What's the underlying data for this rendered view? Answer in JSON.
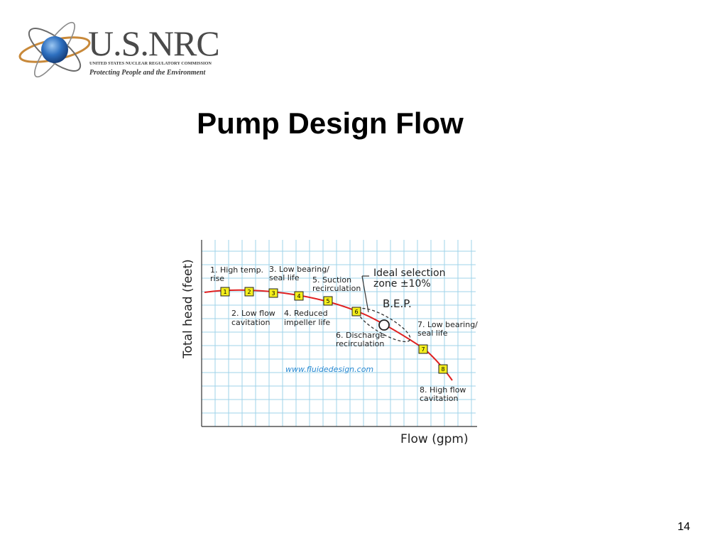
{
  "logo": {
    "wordmark": "U.S.NRC",
    "agency": "UNITED STATES NUCLEAR REGULATORY COMMISSION",
    "tagline": "Protecting People and the Environment",
    "colors": {
      "globe": "#2d6fbf",
      "orbit": "#c8893a",
      "text": "#4a4a4a"
    }
  },
  "title": "Pump Design Flow",
  "slide_number": "14",
  "diagram": {
    "y_axis_label": "Total head (feet)",
    "x_axis_label": "Flow (gpm)",
    "watermark": "www.fluidedesign.com",
    "ideal_zone_label_1": "Ideal selection",
    "ideal_zone_label_2": "zone ±10%",
    "bep_label": "B.E.P.",
    "markers": [
      {
        "num": "1",
        "line1": "1. High temp.",
        "line2": "rise"
      },
      {
        "num": "2",
        "line1": "2. Low flow",
        "line2": "cavitation"
      },
      {
        "num": "3",
        "line1": "3. Low bearing/",
        "line2": "seal life"
      },
      {
        "num": "4",
        "line1": "4. Reduced",
        "line2": "impeller life"
      },
      {
        "num": "5",
        "line1": "5. Suction",
        "line2": "recirculation"
      },
      {
        "num": "6",
        "line1": "6. Discharge",
        "line2": "recirculation"
      },
      {
        "num": "7",
        "line1": "7. Low bearing/",
        "line2": "seal life"
      },
      {
        "num": "8",
        "line1": "8. High flow",
        "line2": "cavitation"
      }
    ],
    "colors": {
      "grid": "#9fd3ea",
      "curve": "#e02020",
      "marker_fill": "#f4ee1c",
      "watermark": "#2a8ad2"
    }
  }
}
